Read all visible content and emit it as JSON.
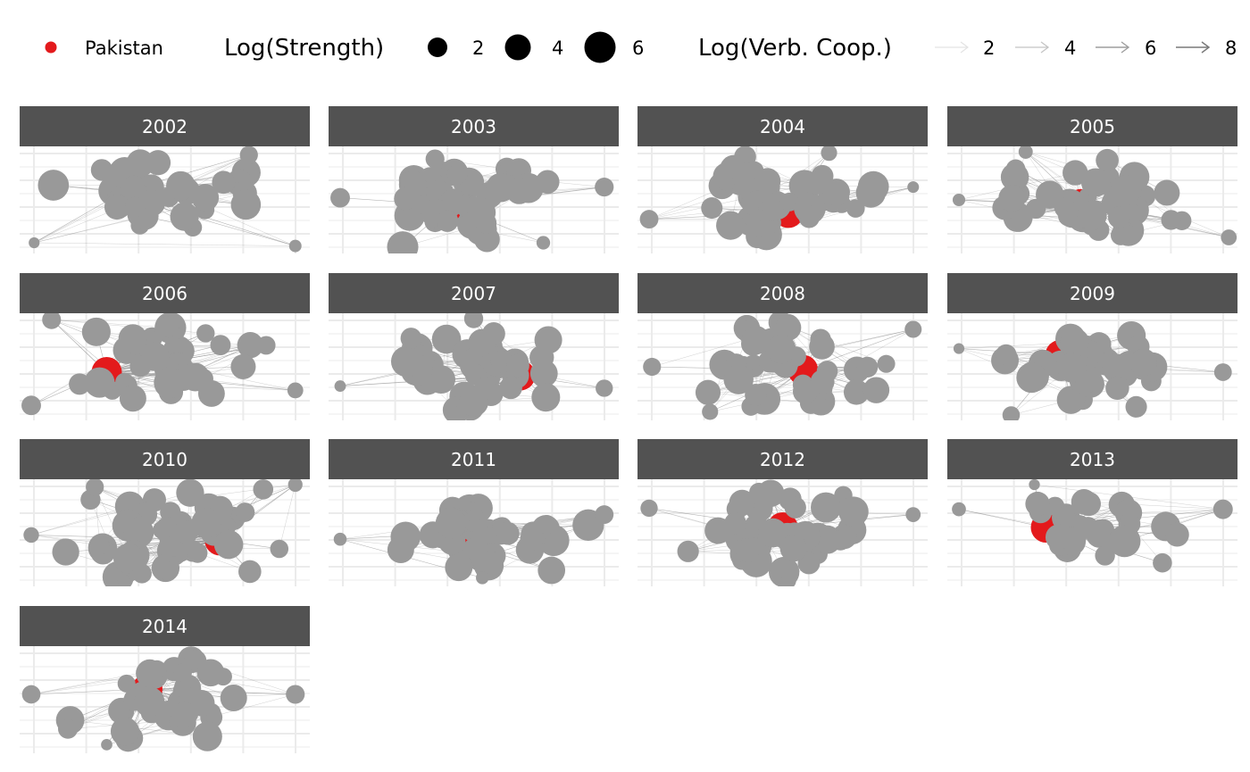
{
  "chart_data": {
    "type": "network-facets",
    "legend": {
      "highlight_label": "Pakistan",
      "size_title": "Log(Strength)",
      "size_labels": [
        "2",
        "4",
        "6"
      ],
      "edge_title": "Log(Verb. Coop.)",
      "edge_labels": [
        "2",
        "4",
        "6",
        "8"
      ]
    },
    "colors": {
      "highlight": "#e31a1c",
      "node": "#999999",
      "edge": "#777777",
      "strip": "#525252",
      "grid": "#ebebeb"
    },
    "facets": [
      {
        "year": "2002",
        "seed": 11,
        "nodes": 34,
        "focus": [
          0.36,
          0.42
        ],
        "outliers": [
          [
            0.79,
            0.08
          ],
          [
            0.95,
            0.93
          ],
          [
            0.05,
            0.9
          ]
        ]
      },
      {
        "year": "2003",
        "seed": 23,
        "nodes": 40,
        "focus": [
          0.42,
          0.55
        ],
        "outliers": [
          [
            0.95,
            0.38
          ],
          [
            0.04,
            0.48
          ],
          [
            0.74,
            0.9
          ]
        ]
      },
      {
        "year": "2004",
        "seed": 37,
        "nodes": 40,
        "focus": [
          0.52,
          0.62
        ],
        "outliers": [
          [
            0.66,
            0.06
          ],
          [
            0.95,
            0.38
          ],
          [
            0.04,
            0.68
          ]
        ]
      },
      {
        "year": "2005",
        "seed": 41,
        "nodes": 38,
        "focus": [
          0.46,
          0.54
        ],
        "outliers": [
          [
            0.27,
            0.05
          ],
          [
            0.97,
            0.85
          ],
          [
            0.04,
            0.5
          ]
        ]
      },
      {
        "year": "2006",
        "seed": 53,
        "nodes": 34,
        "focus": [
          0.3,
          0.55
        ],
        "outliers": [
          [
            0.11,
            0.06
          ],
          [
            0.95,
            0.72
          ],
          [
            0.04,
            0.86
          ]
        ]
      },
      {
        "year": "2007",
        "seed": 61,
        "nodes": 42,
        "focus": [
          0.66,
          0.58
        ],
        "outliers": [
          [
            0.04,
            0.68
          ],
          [
            0.95,
            0.7
          ],
          [
            0.5,
            0.05
          ]
        ]
      },
      {
        "year": "2008",
        "seed": 73,
        "nodes": 42,
        "focus": [
          0.57,
          0.53
        ],
        "outliers": [
          [
            0.95,
            0.15
          ],
          [
            0.05,
            0.5
          ],
          [
            0.25,
            0.92
          ]
        ]
      },
      {
        "year": "2009",
        "seed": 89,
        "nodes": 38,
        "focus": [
          0.39,
          0.39
        ],
        "outliers": [
          [
            0.95,
            0.55
          ],
          [
            0.04,
            0.33
          ],
          [
            0.22,
            0.95
          ]
        ]
      },
      {
        "year": "2010",
        "seed": 97,
        "nodes": 46,
        "focus": [
          0.69,
          0.57
        ],
        "outliers": [
          [
            0.95,
            0.05
          ],
          [
            0.04,
            0.52
          ],
          [
            0.36,
            0.95
          ]
        ]
      },
      {
        "year": "2011",
        "seed": 103,
        "nodes": 36,
        "focus": [
          0.44,
          0.5
        ],
        "outliers": [
          [
            0.95,
            0.33
          ],
          [
            0.04,
            0.56
          ],
          [
            0.53,
            0.92
          ]
        ]
      },
      {
        "year": "2012",
        "seed": 113,
        "nodes": 38,
        "focus": [
          0.5,
          0.45
        ],
        "outliers": [
          [
            0.95,
            0.33
          ],
          [
            0.04,
            0.27
          ],
          [
            0.52,
            0.95
          ]
        ]
      },
      {
        "year": "2013",
        "seed": 127,
        "nodes": 28,
        "focus": [
          0.34,
          0.45
        ],
        "outliers": [
          [
            0.95,
            0.28
          ],
          [
            0.04,
            0.28
          ],
          [
            0.3,
            0.05
          ]
        ]
      },
      {
        "year": "2014",
        "seed": 131,
        "nodes": 34,
        "focus": [
          0.44,
          0.4
        ],
        "outliers": [
          [
            0.95,
            0.45
          ],
          [
            0.04,
            0.45
          ],
          [
            0.3,
            0.92
          ]
        ]
      }
    ]
  }
}
